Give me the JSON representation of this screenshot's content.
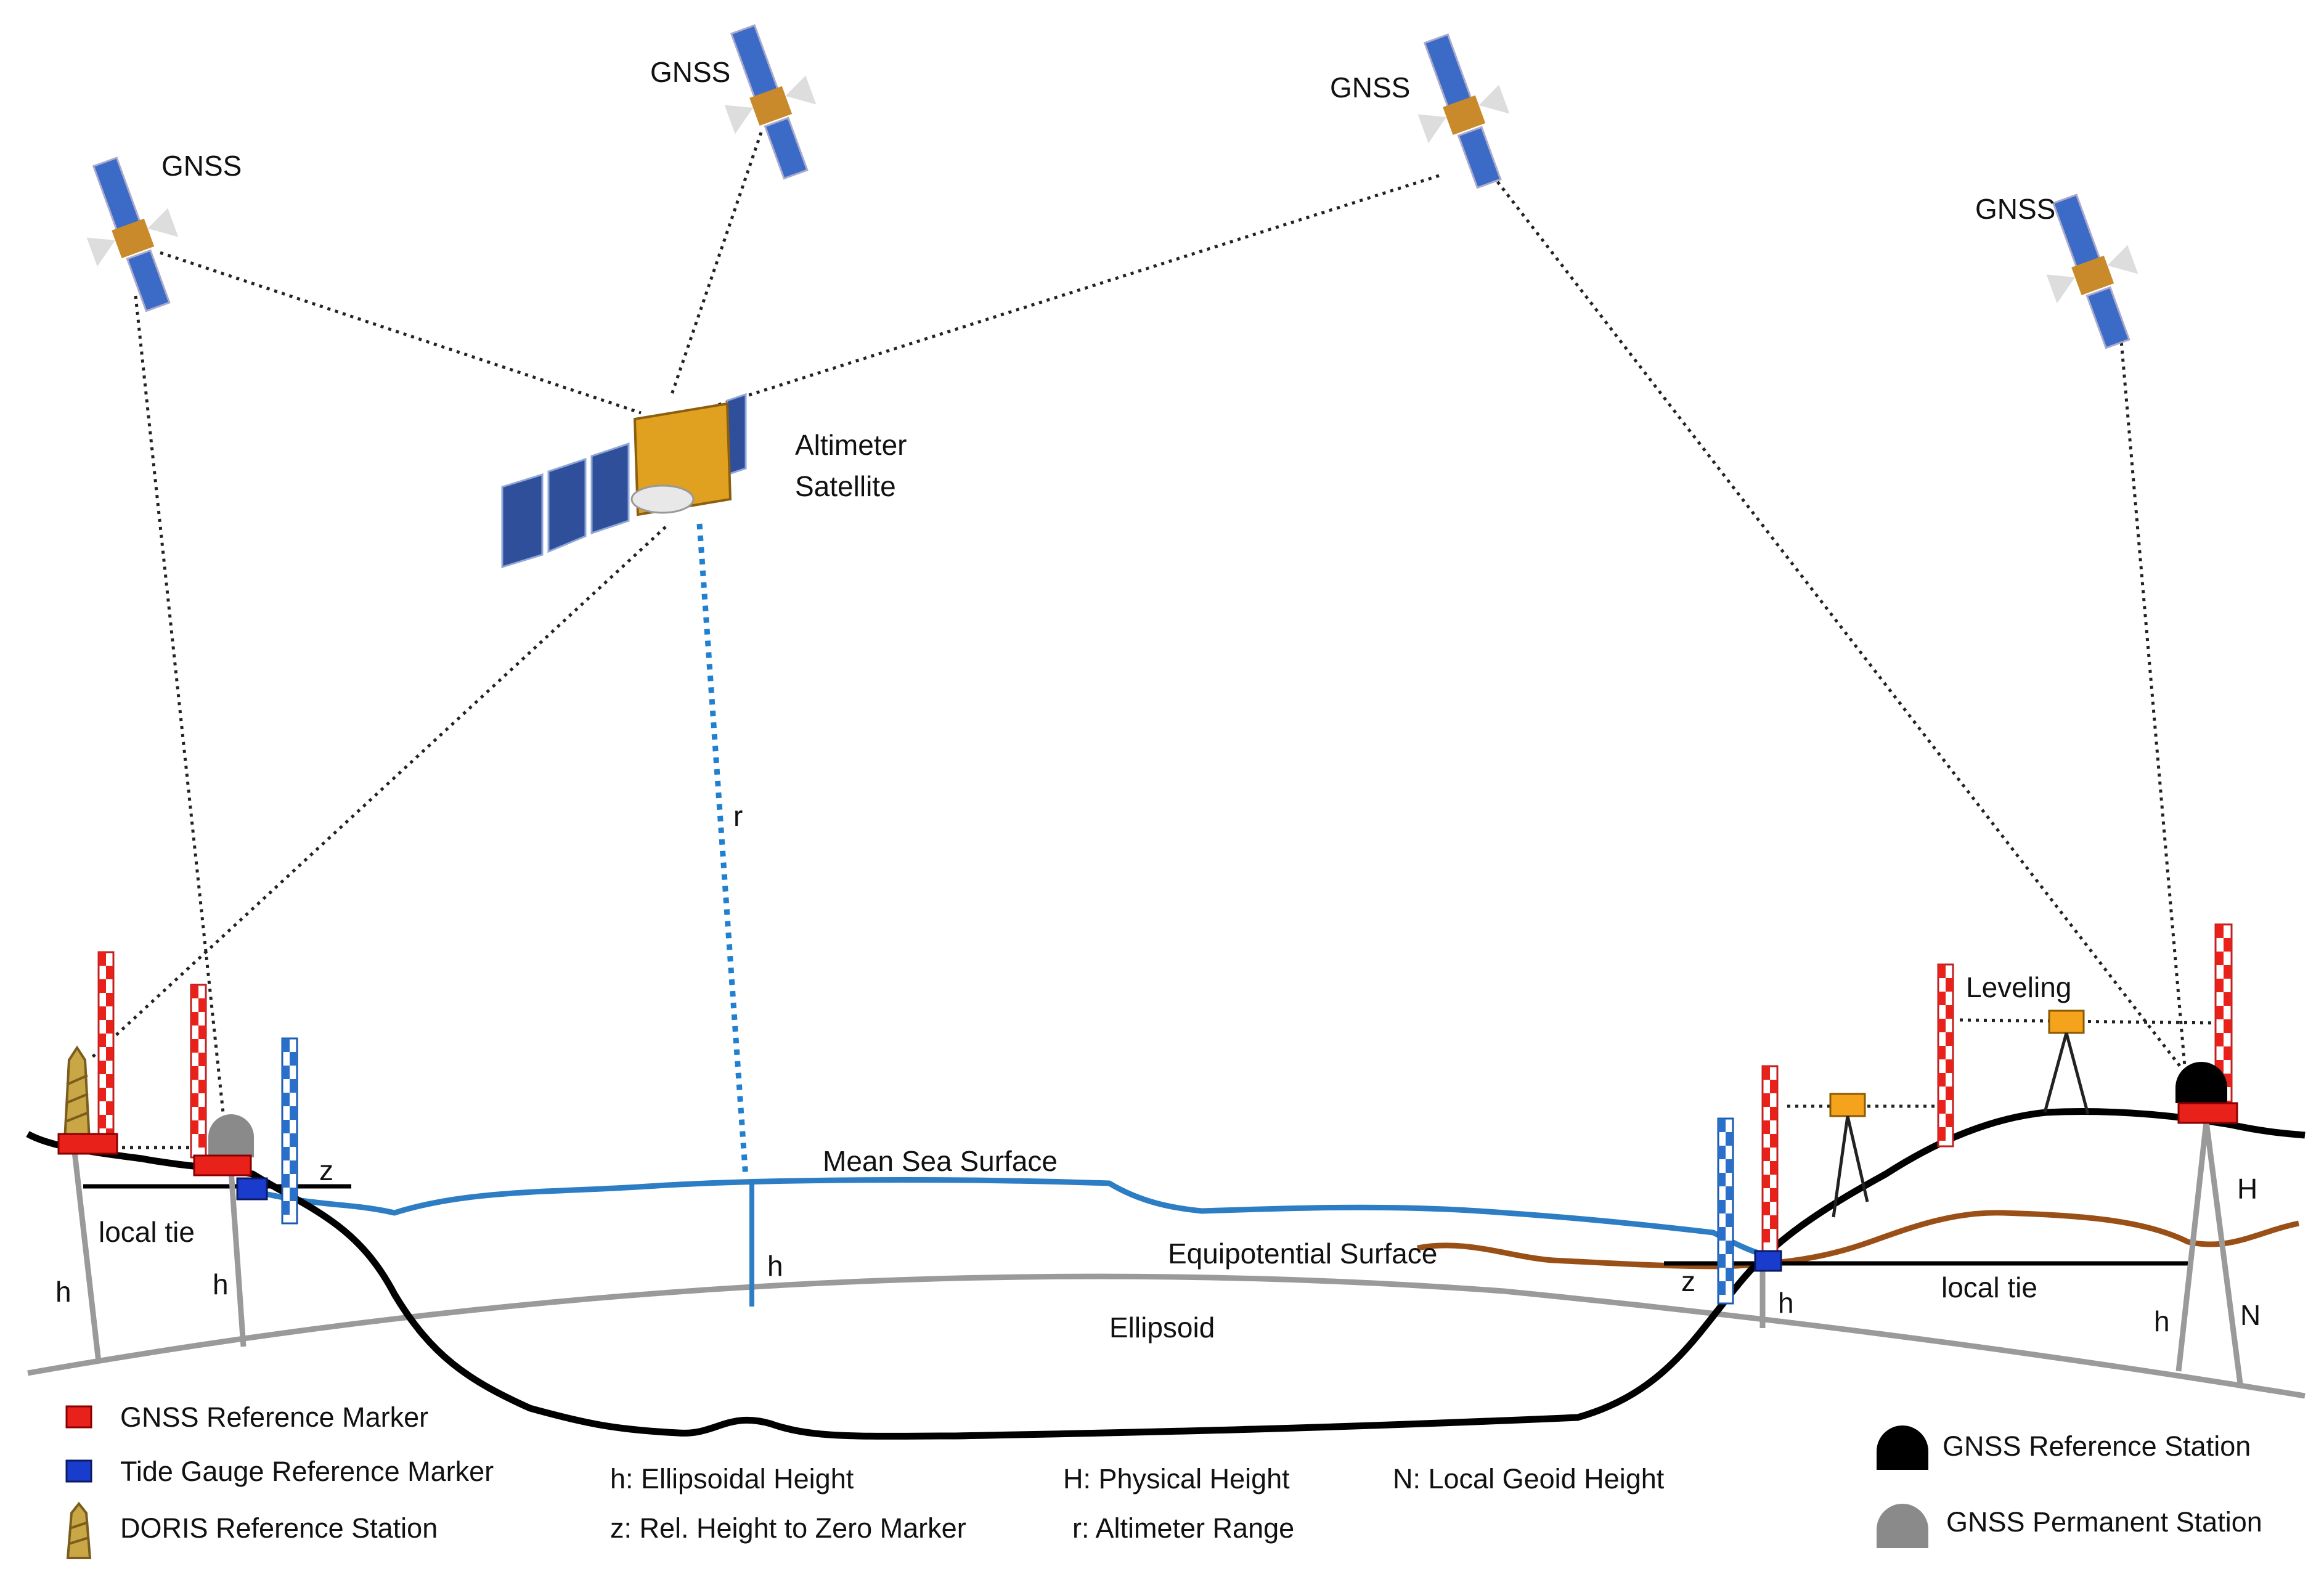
{
  "satellites": {
    "gnss_1": "GNSS",
    "gnss_2": "GNSS",
    "gnss_3": "GNSS",
    "gnss_4": "GNSS",
    "altimeter_line1": "Altimeter",
    "altimeter_line2": "Satellite"
  },
  "diagram_labels": {
    "r": "r",
    "mean_sea_surface": "Mean Sea Surface",
    "equipotential_surface": "Equipotential  Surface",
    "ellipsoid": "Ellipsoid",
    "local_tie_left": "local tie",
    "local_tie_right": "local tie",
    "leveling": "Leveling",
    "h_left_1": "h",
    "h_left_2": "h",
    "h_center": "h",
    "h_right_1": "h",
    "h_right_2": "h",
    "z_left": "z",
    "z_right": "z",
    "H_right": "H",
    "N_right": "N"
  },
  "legend": {
    "gnss_reference_marker": "GNSS  Reference Marker",
    "tide_gauge_reference_marker": "Tide Gauge Reference Marker",
    "doris_reference_station": "DORIS Reference Station",
    "h_ellipsoidal": "h: Ellipsoidal Height",
    "z_rel_height": "z: Rel. Height to Zero Marker",
    "H_physical": "H: Physical Height",
    "r_altimeter": "r: Altimeter  Range",
    "N_local_geoid": "N: Local Geoid  Height",
    "gnss_reference_station": "GNSS  Reference Station",
    "gnss_permanent_station": "GNSS  Permanent Station"
  },
  "colors": {
    "gnss_marker": "#e8211b",
    "tide_gauge_marker": "#1a3ccc",
    "mean_sea_surface": "#2d7dc4",
    "equipotential_surface": "#9a4f17",
    "ellipsoid": "#9a9a9a",
    "leveling_instrument": "#f5a31c"
  }
}
